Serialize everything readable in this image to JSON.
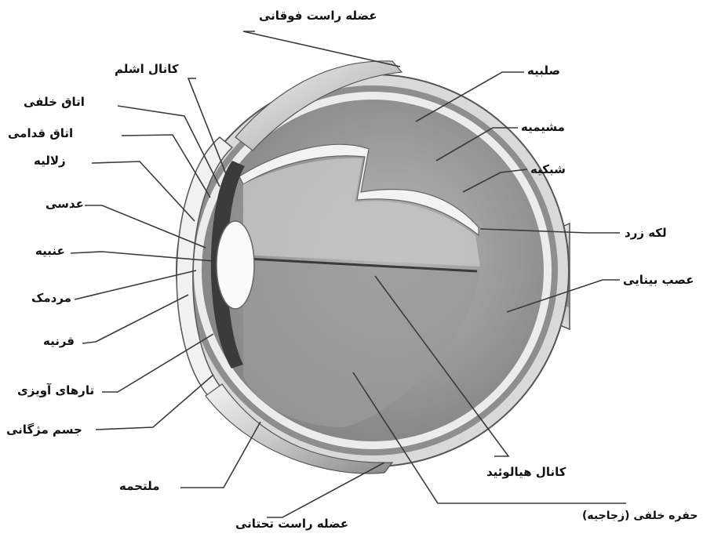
{
  "labels": {
    "superior_rectus": "عضله راست فوقانی",
    "schlemm_canal": "کانال اشلم",
    "posterior_chamber": "اتاق خلفی",
    "anterior_chamber": "اتاق قدامی",
    "aqueous_humor": "زلالیه",
    "lens": "عدسی",
    "iris": "عنبیه",
    "pupil": "مردمک",
    "cornea": "قرنیه",
    "suspensory_ligaments": "تارهای آویزی",
    "ciliary_body": "جسم مژگانی",
    "conjunctiva": "ملتحمه",
    "inferior_rectus": "عضله راست تحتانی",
    "sclera": "صلبیه",
    "choroid": "مشیمیه",
    "retina": "شبکیه",
    "macula": "لکه زرد",
    "optic_nerve": "عصب بینایی",
    "hyaloid_canal": "کانال هیالوئید",
    "vitreous_chamber": "حفره خلفی (زجاجیه)"
  },
  "colors": {
    "sclera": "#dcdcdc",
    "choroid": "#8f8f8f",
    "retina": "#e8e8e8",
    "vitreous": "#a9a9a9",
    "line": "#333333"
  }
}
